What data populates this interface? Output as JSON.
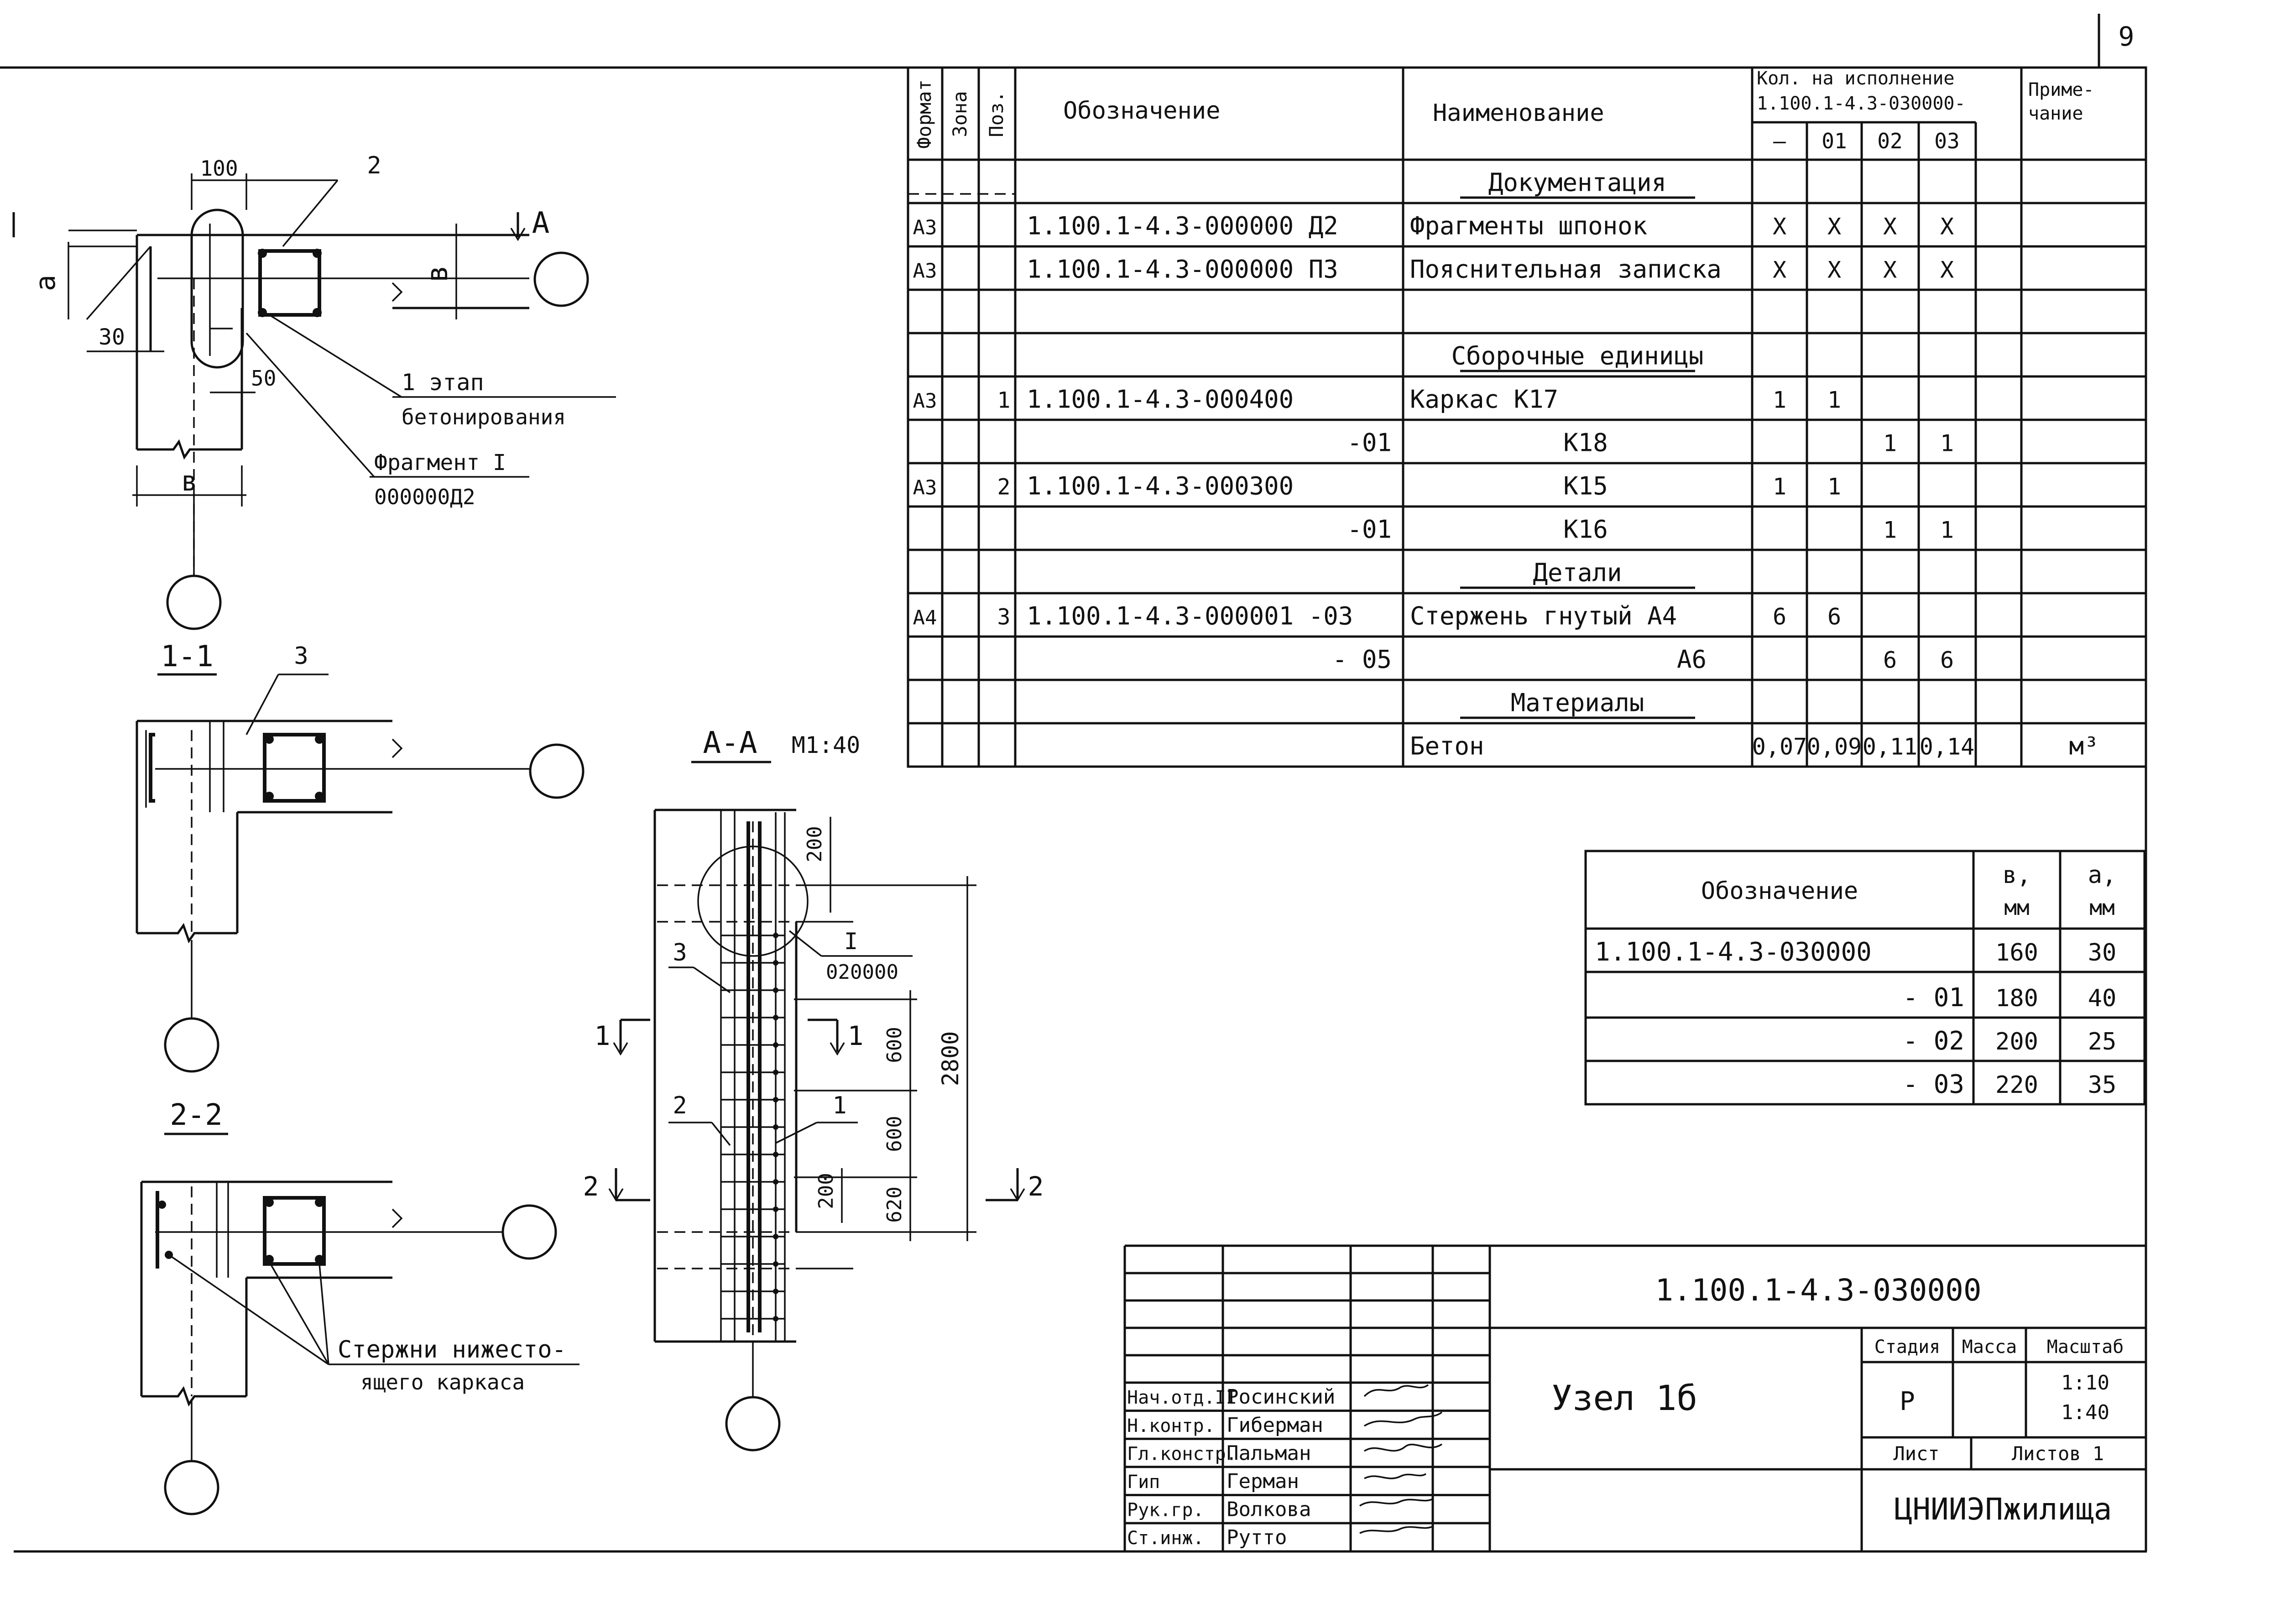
{
  "sheet": {
    "page_number": "9"
  },
  "colors": {
    "ink": "#111111",
    "paper": "#ffffff"
  },
  "spec": {
    "header": {
      "format": "Формат",
      "zone": "Зона",
      "pos": "Поз.",
      "designation": "Обозначение",
      "name": "Наименование",
      "qty_title_1": "Кол. на исполнение",
      "qty_title_2": "1.100.1-4.3-030000-",
      "note_1": "Приме-",
      "note_2": "чание",
      "variants": [
        "—",
        "01",
        "02",
        "03"
      ]
    },
    "rows": [
      {
        "format": "",
        "pos": "",
        "designation": "",
        "name": "Документация",
        "section": true,
        "q": [
          "",
          "",
          "",
          ""
        ],
        "note": ""
      },
      {
        "format": "А3",
        "pos": "",
        "designation": "1.100.1-4.3-000000 Д2",
        "name": "Фрагменты шпонок",
        "q": [
          "X",
          "X",
          "X",
          "X"
        ],
        "note": ""
      },
      {
        "format": "А3",
        "pos": "",
        "designation": "1.100.1-4.3-000000 ПЗ",
        "name": "Пояснительная записка",
        "q": [
          "X",
          "X",
          "X",
          "X"
        ],
        "note": ""
      },
      {
        "format": "",
        "pos": "",
        "designation": "",
        "name": "",
        "q": [
          "",
          "",
          "",
          ""
        ],
        "note": ""
      },
      {
        "format": "",
        "pos": "",
        "designation": "",
        "name": "Сборочные единицы",
        "section": true,
        "q": [
          "",
          "",
          "",
          ""
        ],
        "note": ""
      },
      {
        "format": "А3",
        "pos": "1",
        "designation": "1.100.1-4.3-000400",
        "name": "Каркас     К17",
        "q": [
          "1",
          "1",
          "",
          ""
        ],
        "note": ""
      },
      {
        "format": "",
        "pos": "",
        "designation": "-01",
        "desig_right": true,
        "name": "К18",
        "name_mid": true,
        "q": [
          "",
          "",
          "1",
          "1"
        ],
        "note": ""
      },
      {
        "format": "А3",
        "pos": "2",
        "designation": "1.100.1-4.3-000300",
        "name": "К15",
        "name_mid": true,
        "q": [
          "1",
          "1",
          "",
          ""
        ],
        "note": ""
      },
      {
        "format": "",
        "pos": "",
        "designation": "-01",
        "desig_right": true,
        "name": "К16",
        "name_mid": true,
        "q": [
          "",
          "",
          "1",
          "1"
        ],
        "note": ""
      },
      {
        "format": "",
        "pos": "",
        "designation": "",
        "name": "Детали",
        "section": true,
        "q": [
          "",
          "",
          "",
          ""
        ],
        "note": ""
      },
      {
        "format": "А4",
        "pos": "3",
        "designation": "1.100.1-4.3-000001 -03",
        "name": "Стержень гнутый  А4",
        "q": [
          "6",
          "6",
          "",
          ""
        ],
        "note": ""
      },
      {
        "format": "",
        "pos": "",
        "designation": "- 05",
        "desig_right": true,
        "name": "А6",
        "name_right": true,
        "q": [
          "",
          "",
          "6",
          "6"
        ],
        "note": ""
      },
      {
        "format": "",
        "pos": "",
        "designation": "",
        "name": "Материалы",
        "section": true,
        "q": [
          "",
          "",
          "",
          ""
        ],
        "note": ""
      },
      {
        "format": "",
        "pos": "",
        "designation": "",
        "name": "Бетон",
        "q": [
          "0,07",
          "0,09",
          "0,11",
          "0,14"
        ],
        "note": "м³"
      }
    ]
  },
  "params_table": {
    "header": {
      "designation": "Обозначение",
      "b": "в,",
      "b_unit": "мм",
      "a": "а,",
      "a_unit": "мм"
    },
    "rows": [
      {
        "designation": "1.100.1-4.3-030000",
        "b": "160",
        "a": "30"
      },
      {
        "designation": "- 01",
        "b": "180",
        "a": "40"
      },
      {
        "designation": "- 02",
        "b": "200",
        "a": "25"
      },
      {
        "designation": "- 03",
        "b": "220",
        "a": "35"
      }
    ]
  },
  "plan_view": {
    "dim_100": "100",
    "callout_2": "2",
    "dim_30": "30",
    "dim_50": "50",
    "label_a": "а",
    "label_b": "в",
    "label_b_bottom": "в",
    "section_mark_A": "А",
    "stage_label_1": "1 этап",
    "stage_label_2": "бетонирования",
    "fragment_label_1": "Фрагмент I",
    "fragment_label_2": "000000Д2"
  },
  "section_1_1": {
    "title": "1-1",
    "callout": "3"
  },
  "section_2_2": {
    "title": "2-2",
    "note_1": "Стержни нижесто-",
    "note_2": "ящего каркаса"
  },
  "section_A_A": {
    "title": "А-А",
    "scale": "М1:40",
    "dim_200_top": "200",
    "dim_600_a": "600",
    "dim_600_b": "600",
    "dim_200_bottom": "200",
    "dim_620": "620",
    "dim_2800": "2800",
    "callout_3": "3",
    "callout_2": "2",
    "callout_1": "1",
    "cut_1": "1",
    "cut_2": "2",
    "fragment_label_1": "I",
    "fragment_label_2": "020000"
  },
  "title_block": {
    "document_code": "1.100.1-4.3-030000",
    "title": "Узел 1б",
    "stage_label": "Стадия",
    "mass_label": "Масса",
    "scale_label": "Масштаб",
    "stage_value": "Р",
    "scale_1": "1:10",
    "scale_2": "1:40",
    "sheet_label": "Лист",
    "sheets_label": "Листов 1",
    "organization": "ЦНИИЭПжилища",
    "signatures": [
      {
        "role": "Нач.отд.II",
        "name": "Росинский"
      },
      {
        "role": "Н.контр.",
        "name": "Гиберман"
      },
      {
        "role": "Гл.констр.",
        "name": "Пальман"
      },
      {
        "role": "Гип",
        "name": "Герман"
      },
      {
        "role": "Рук.гр.",
        "name": "Волкова"
      },
      {
        "role": "Ст.инж.",
        "name": "Рутто"
      }
    ]
  }
}
